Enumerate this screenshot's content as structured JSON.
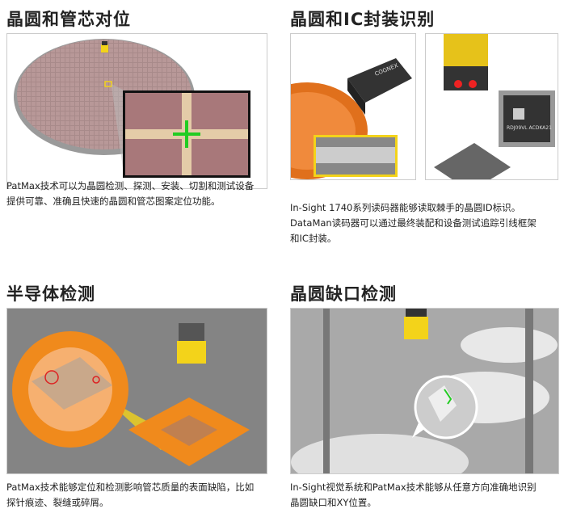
{
  "sections": [
    {
      "title": "晶圆和管芯对位",
      "text": [
        "PatMax技术可以为晶圆检测、探测、安装、切割和测试设备",
        "提供可靠、准确且快速的晶圆和管芯图案定位功能。"
      ]
    },
    {
      "title": "晶圆和IC封装识别",
      "text": [
        "In-Sight 1740系列读码器能够读取棘手的晶圆ID标识。",
        "DataMan读码器可以通过最终装配和设备测试追踪引线框架",
        "和IC封装。"
      ],
      "camera_label": "COGNEX",
      "chip_label": "RDJ09VL ACDKA21"
    },
    {
      "title": "半导体检测",
      "text": [
        "PatMax技术能够定位和检测影响管芯质量的表面缺陷，比如",
        "探针痕迹、裂缝或碎屑。"
      ]
    },
    {
      "title": "晶圆缺口检测",
      "text": [
        "In-Sight视觉系统和PatMax技术能够从任意方向准确地识别",
        "晶圆缺口和XY位置。"
      ]
    }
  ],
  "colors": {
    "accent_yellow": "#f3d31a",
    "crosshair_green": "#22cc22",
    "orange": "#f08a1c"
  }
}
